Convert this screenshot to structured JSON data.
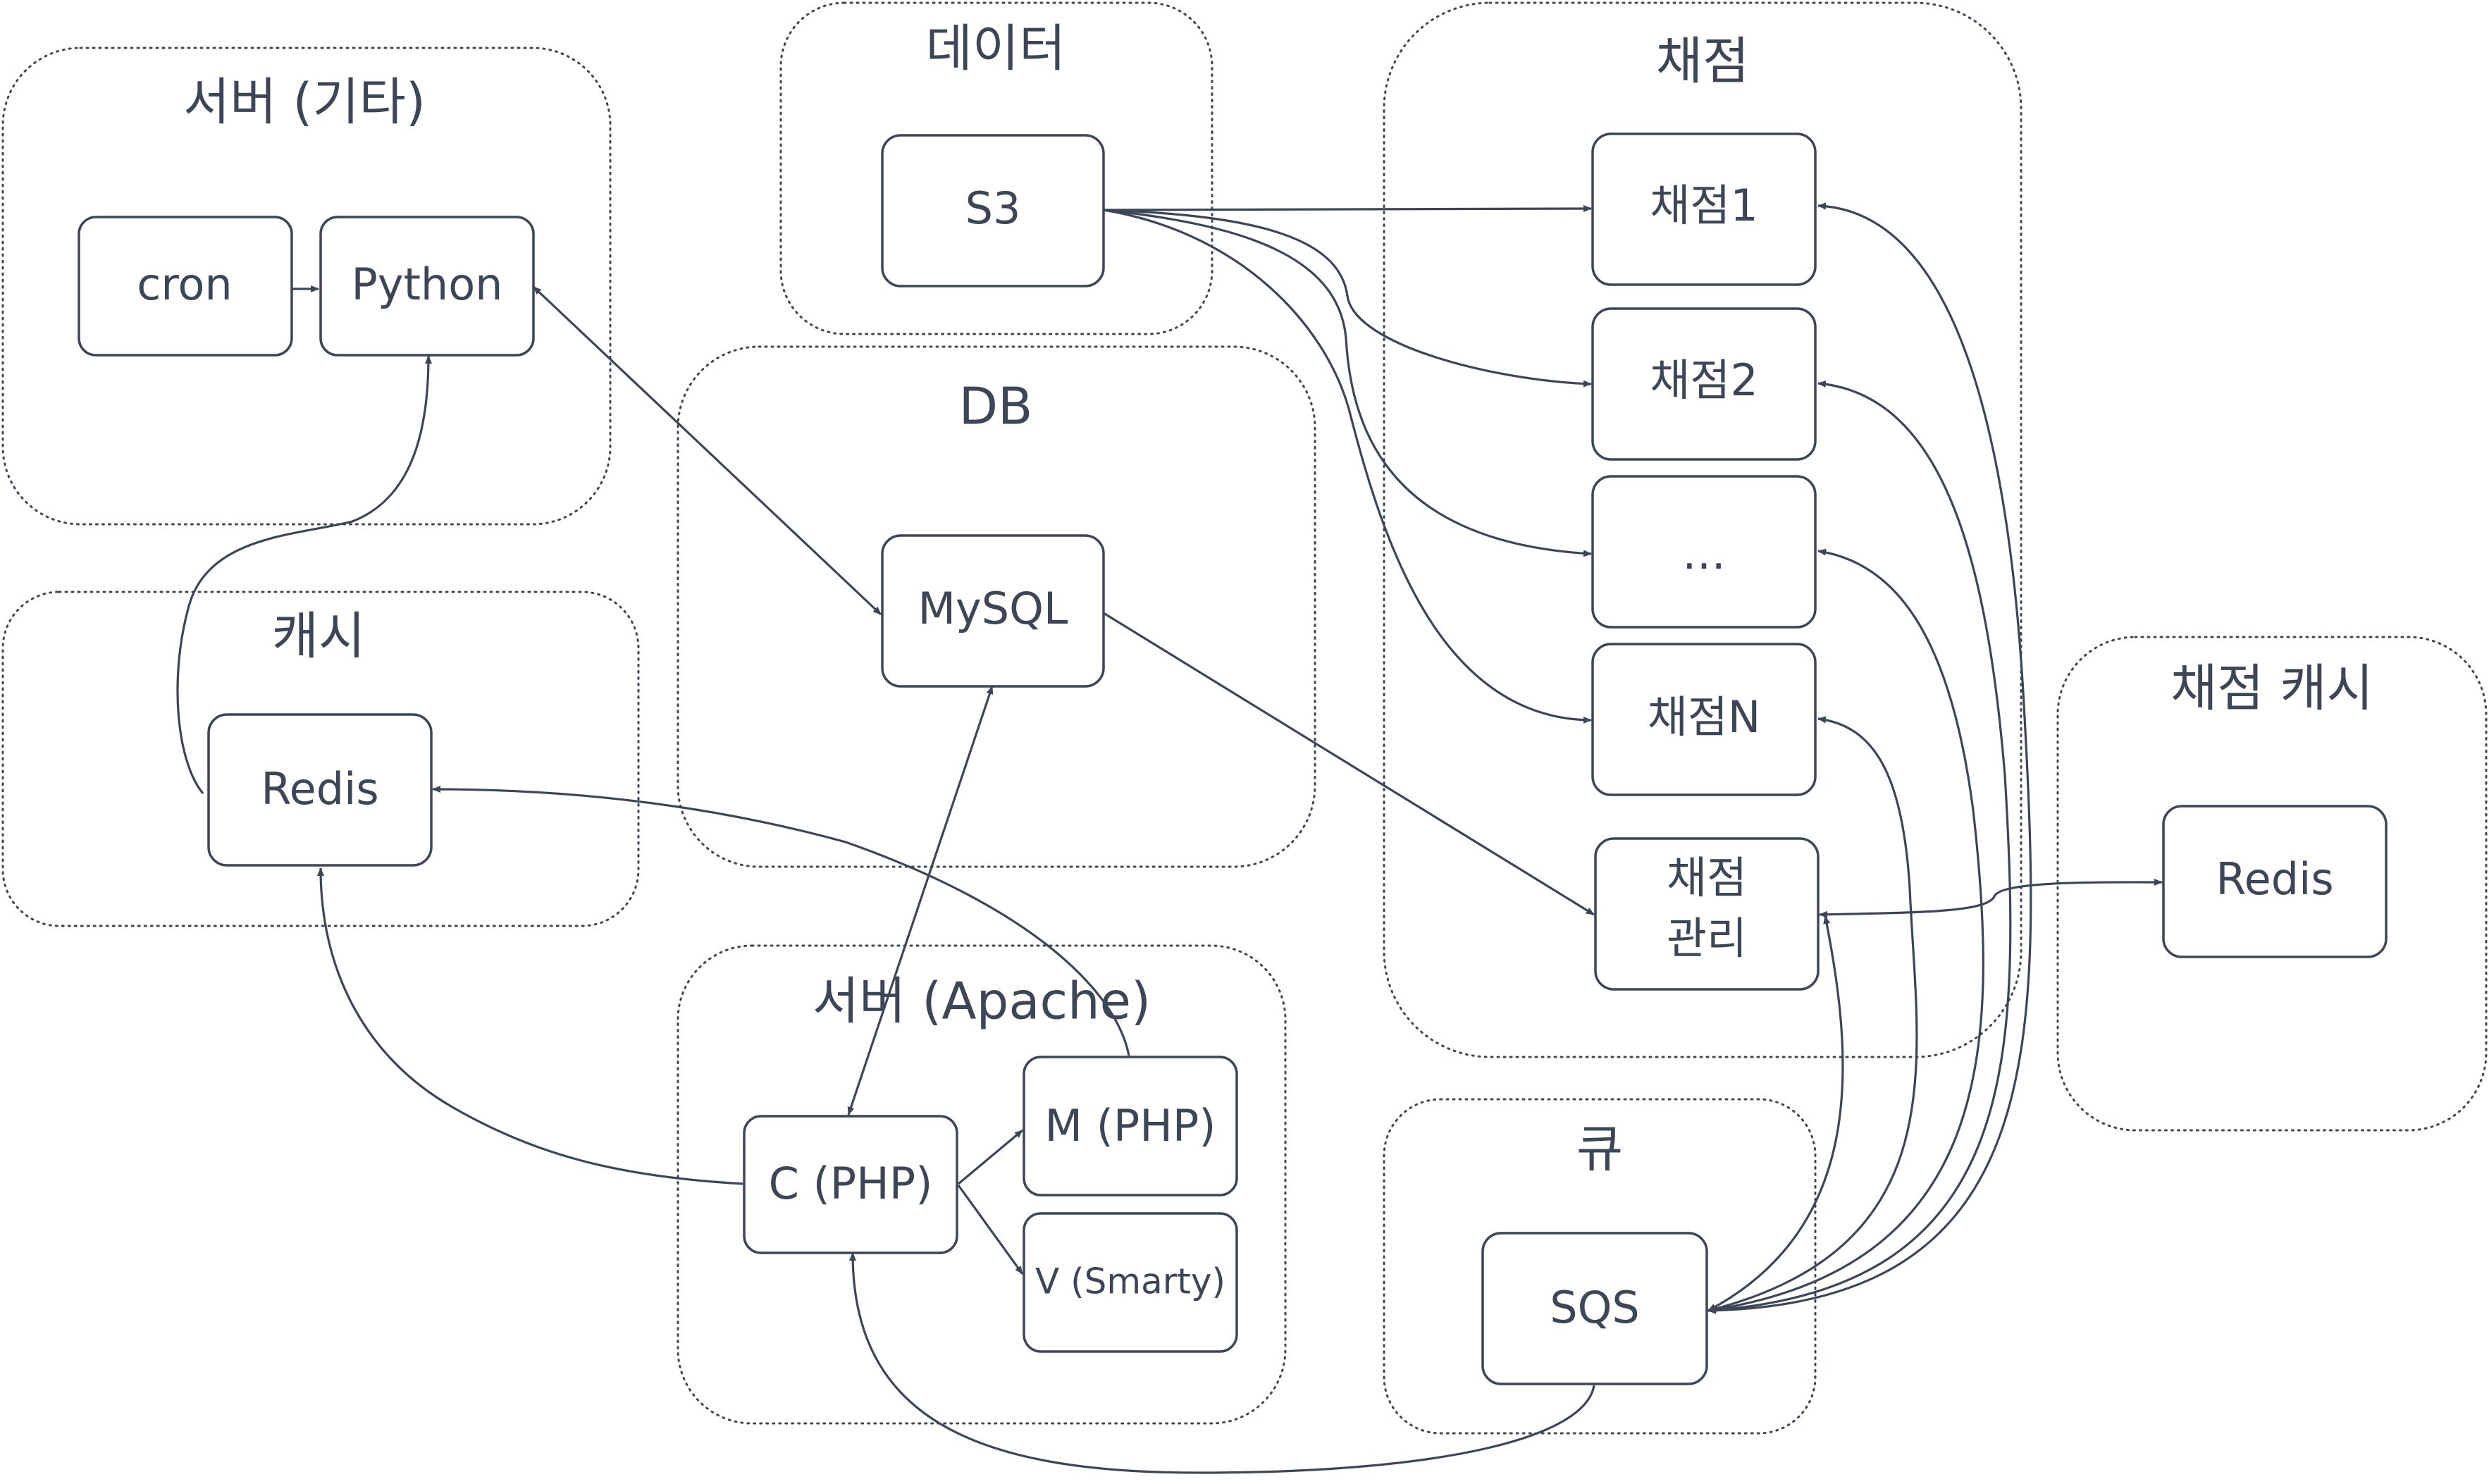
{
  "groups": {
    "server_other": "서버 (기타)",
    "data": "데이터",
    "scoring": "채점",
    "db": "DB",
    "cache": "캐시",
    "scoring_cache": "채점 캐시",
    "server_apache": "서버 (Apache)",
    "queue": "큐"
  },
  "nodes": {
    "cron": "cron",
    "python": "Python",
    "s3": "S3",
    "scorer1": "채점1",
    "scorer2": "채점2",
    "scorer_ellipsis": "…",
    "scorerN": "채점N",
    "scoring_mgmt_line1": "채점",
    "scoring_mgmt_line2": "관리",
    "mysql": "MySQL",
    "redis_cache": "Redis",
    "redis_scoring": "Redis",
    "controller": "C (PHP)",
    "model": "M (PHP)",
    "view": "V (Smarty)",
    "sqs": "SQS"
  }
}
